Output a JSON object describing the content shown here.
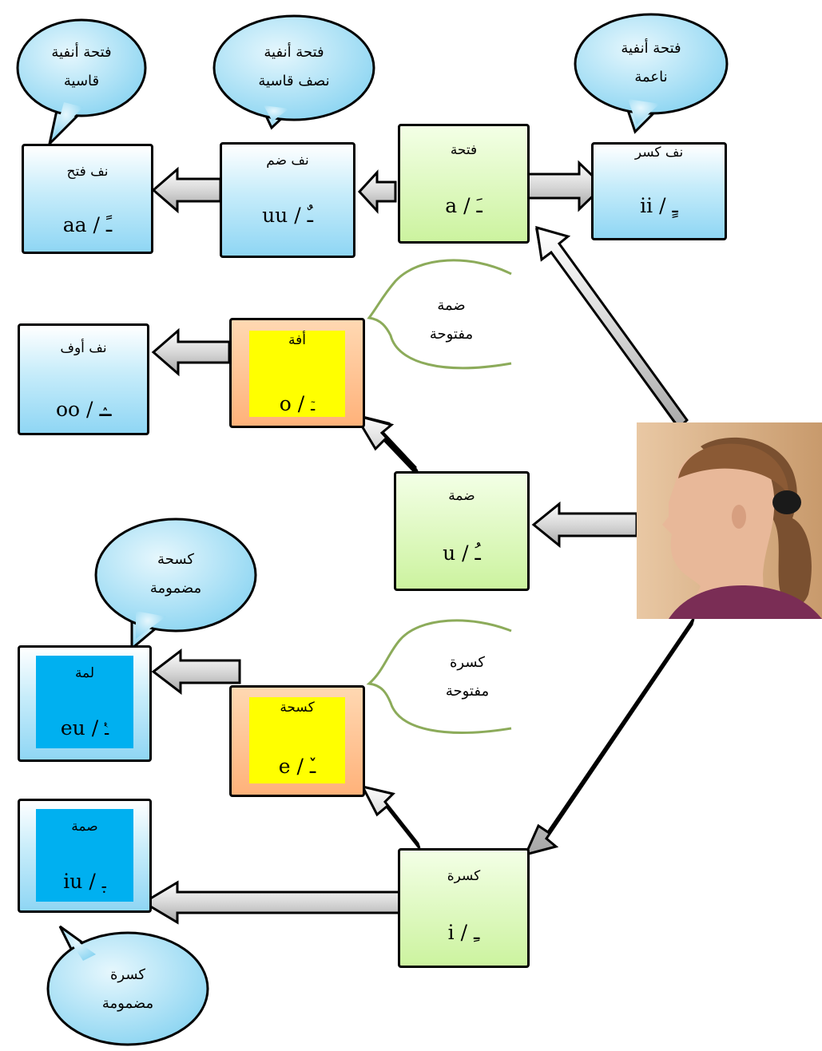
{
  "colors": {
    "blue_box": "#b6e4f8",
    "green_box": "#ccf39f",
    "orange_box": "#ffb27a",
    "yellow_inner": "#ffff00",
    "cyan_inner": "#00b0f0",
    "blue_bubble": "#a6e0f6",
    "bubble_outline_green": "#8cab5a",
    "arrow_fill": "#d4d4d4"
  },
  "boxes": {
    "fatha": {
      "label": "فتحة",
      "code": "a / ـَ"
    },
    "nafdam": {
      "label": "نف ضم",
      "code": "uu / ـٌ"
    },
    "naffath": {
      "label": "نف فتح",
      "code": "aa / ـً"
    },
    "nafkasr": {
      "label": "نف كسر",
      "code": "ii / ـٍ"
    },
    "affa": {
      "label": "أفة",
      "code": "o / ـٙ"
    },
    "nafof": {
      "label": "نف أوف",
      "code": "oo / ـٛ"
    },
    "damma": {
      "label": "ضمة",
      "code": "u / ـُ"
    },
    "lamma": {
      "label": "لمة",
      "code": "eu / ـٝ"
    },
    "kasha": {
      "label": "كسحة",
      "code": "e / ـٚ"
    },
    "samma": {
      "label": "صمة",
      "code": "iu / ـٜ"
    },
    "kasra": {
      "label": "كسرة",
      "code": "i / ـِ"
    }
  },
  "bubbles": {
    "hard_nasal_fatha": [
      "فتحة أنفية",
      "قاسية"
    ],
    "semi_hard_nasal_fatha": [
      "فتحة أنفية",
      "نصف قاسية"
    ],
    "soft_nasal_fatha": [
      "فتحة أنفية",
      "ناعمة"
    ],
    "open_damma": [
      "ضمة",
      "مفتوحة"
    ],
    "rounded_kasha": [
      "كسحة",
      "مضمومة"
    ],
    "open_kasra": [
      "كسرة",
      "مفتوحة"
    ],
    "rounded_kasra": [
      "كسرة",
      "مضمومة"
    ]
  },
  "photo": {
    "icon": "woman-profile-photo"
  }
}
